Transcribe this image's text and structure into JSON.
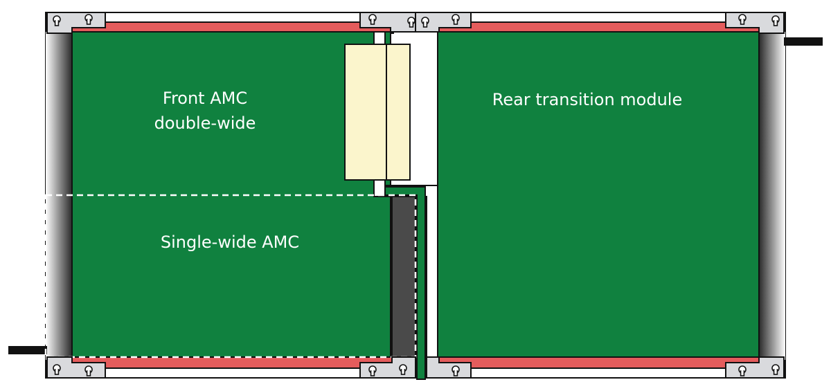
{
  "labels": {
    "front_line1": "Front AMC",
    "front_line2": "double-wide",
    "rear": "Rear transition module",
    "single": "Single-wide AMC"
  },
  "colors": {
    "board_green": "#10813f",
    "rail_red": "#e45c5c",
    "clip_gray": "#d9dadd",
    "connector_cream": "#fbf5cc",
    "stiffener_dark": "#4a4a4a",
    "outline": "#111111",
    "dashed_white": "#ffffff"
  }
}
